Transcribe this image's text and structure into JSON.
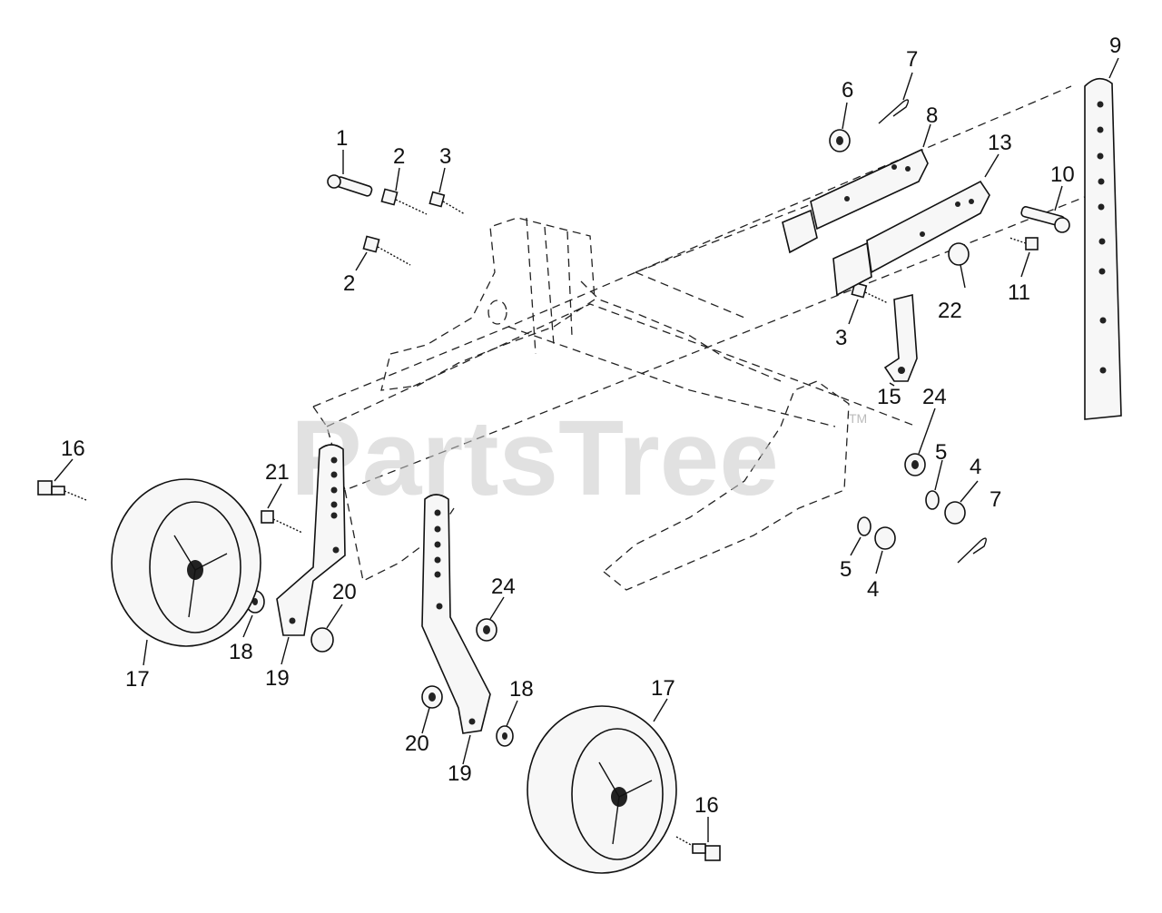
{
  "watermark": "PartsTree",
  "watermark_tm": "TM",
  "callouts": [
    {
      "id": "c1",
      "label": "1"
    },
    {
      "id": "c2a",
      "label": "2"
    },
    {
      "id": "c2b",
      "label": "2"
    },
    {
      "id": "c3a",
      "label": "3"
    },
    {
      "id": "c3b",
      "label": "3"
    },
    {
      "id": "c4a",
      "label": "4"
    },
    {
      "id": "c4b",
      "label": "4"
    },
    {
      "id": "c5a",
      "label": "5"
    },
    {
      "id": "c5b",
      "label": "5"
    },
    {
      "id": "c6",
      "label": "6"
    },
    {
      "id": "c7a",
      "label": "7"
    },
    {
      "id": "c7b",
      "label": "7"
    },
    {
      "id": "c8",
      "label": "8"
    },
    {
      "id": "c9",
      "label": "9"
    },
    {
      "id": "c10",
      "label": "10"
    },
    {
      "id": "c11",
      "label": "11"
    },
    {
      "id": "c13",
      "label": "13"
    },
    {
      "id": "c15",
      "label": "15"
    },
    {
      "id": "c16a",
      "label": "16"
    },
    {
      "id": "c16b",
      "label": "16"
    },
    {
      "id": "c17a",
      "label": "17"
    },
    {
      "id": "c17b",
      "label": "17"
    },
    {
      "id": "c18a",
      "label": "18"
    },
    {
      "id": "c18b",
      "label": "18"
    },
    {
      "id": "c19a",
      "label": "19"
    },
    {
      "id": "c19b",
      "label": "19"
    },
    {
      "id": "c20a",
      "label": "20"
    },
    {
      "id": "c20b",
      "label": "20"
    },
    {
      "id": "c21",
      "label": "21"
    },
    {
      "id": "c22",
      "label": "22"
    },
    {
      "id": "c24a",
      "label": "24"
    },
    {
      "id": "c24b",
      "label": "24"
    }
  ]
}
